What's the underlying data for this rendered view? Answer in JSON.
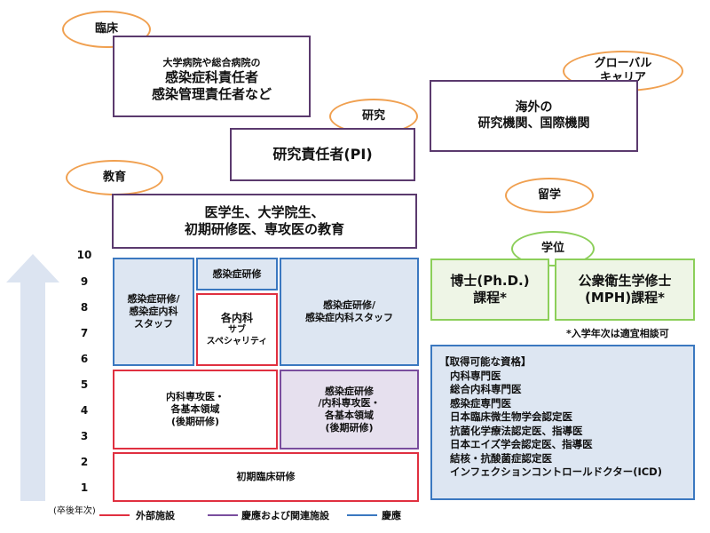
{
  "ovals": {
    "clinical": "臨床",
    "research": "研究",
    "education": "教育",
    "global_line1": "グローバル",
    "global_line2": "キャリア",
    "study_abroad": "留学",
    "degree": "学位"
  },
  "careers": {
    "clinical_line1": "大学病院や総合病院の",
    "clinical_line2": "感染症科責任者",
    "clinical_line3": "感染管理責任者など",
    "overseas_line1": "海外の",
    "overseas_line2": "研究機関、国際機関",
    "pi": "研究責任者(PI)",
    "education_line1": "医学生、大学院生、",
    "education_line2": "初期研修医、専攻医の教育"
  },
  "training": {
    "left_staff_line1": "感染症研修/",
    "left_staff_line2": "感染症内科",
    "left_staff_line3": "スタッフ",
    "infection_training": "感染症研修",
    "subspecialty_line1": "各内科",
    "subspecialty_line2": "サブ",
    "subspecialty_line3": "スペシャリティ",
    "right_staff_line1": "感染症研修/",
    "right_staff_line2": "感染症内科スタッフ",
    "im_line1": "内科専攻医・",
    "im_line2": "各基本領域",
    "im_line3": "(後期研修)",
    "inf_line1": "感染症研修",
    "inf_line2": "/内科専攻医・",
    "inf_line3": "各基本領域",
    "inf_line4": "(後期研修)",
    "initial": "初期臨床研修"
  },
  "degrees": {
    "phd_line1": "博士(Ph.D.)",
    "phd_line2": "課程*",
    "mph_line1": "公衆衛生学修士",
    "mph_line2": "(MPH)課程*",
    "note": "*入学年次は適宜相談可"
  },
  "qualifications": {
    "header": "【取得可能な資格】",
    "items": [
      "内科専門医",
      "総合内科専門医",
      "感染症専門医",
      "日本臨床微生物学会認定医",
      "抗菌化学療法認定医、指導医",
      "日本エイズ学会認定医、指導医",
      "結核・抗酸菌症認定医",
      "インフェクションコントロールドクター(ICD)"
    ]
  },
  "axis": {
    "ticks": [
      "10",
      "9",
      "8",
      "7",
      "6",
      "5",
      "4",
      "3",
      "2",
      "1"
    ],
    "unit_label": "(卒後年次)"
  },
  "legend": {
    "external": "外部施設",
    "keio_related": "慶應および関連施設",
    "keio": "慶應"
  },
  "colors": {
    "external": "#e03040",
    "keio_related": "#7a4e9e",
    "keio": "#3b78c0"
  }
}
